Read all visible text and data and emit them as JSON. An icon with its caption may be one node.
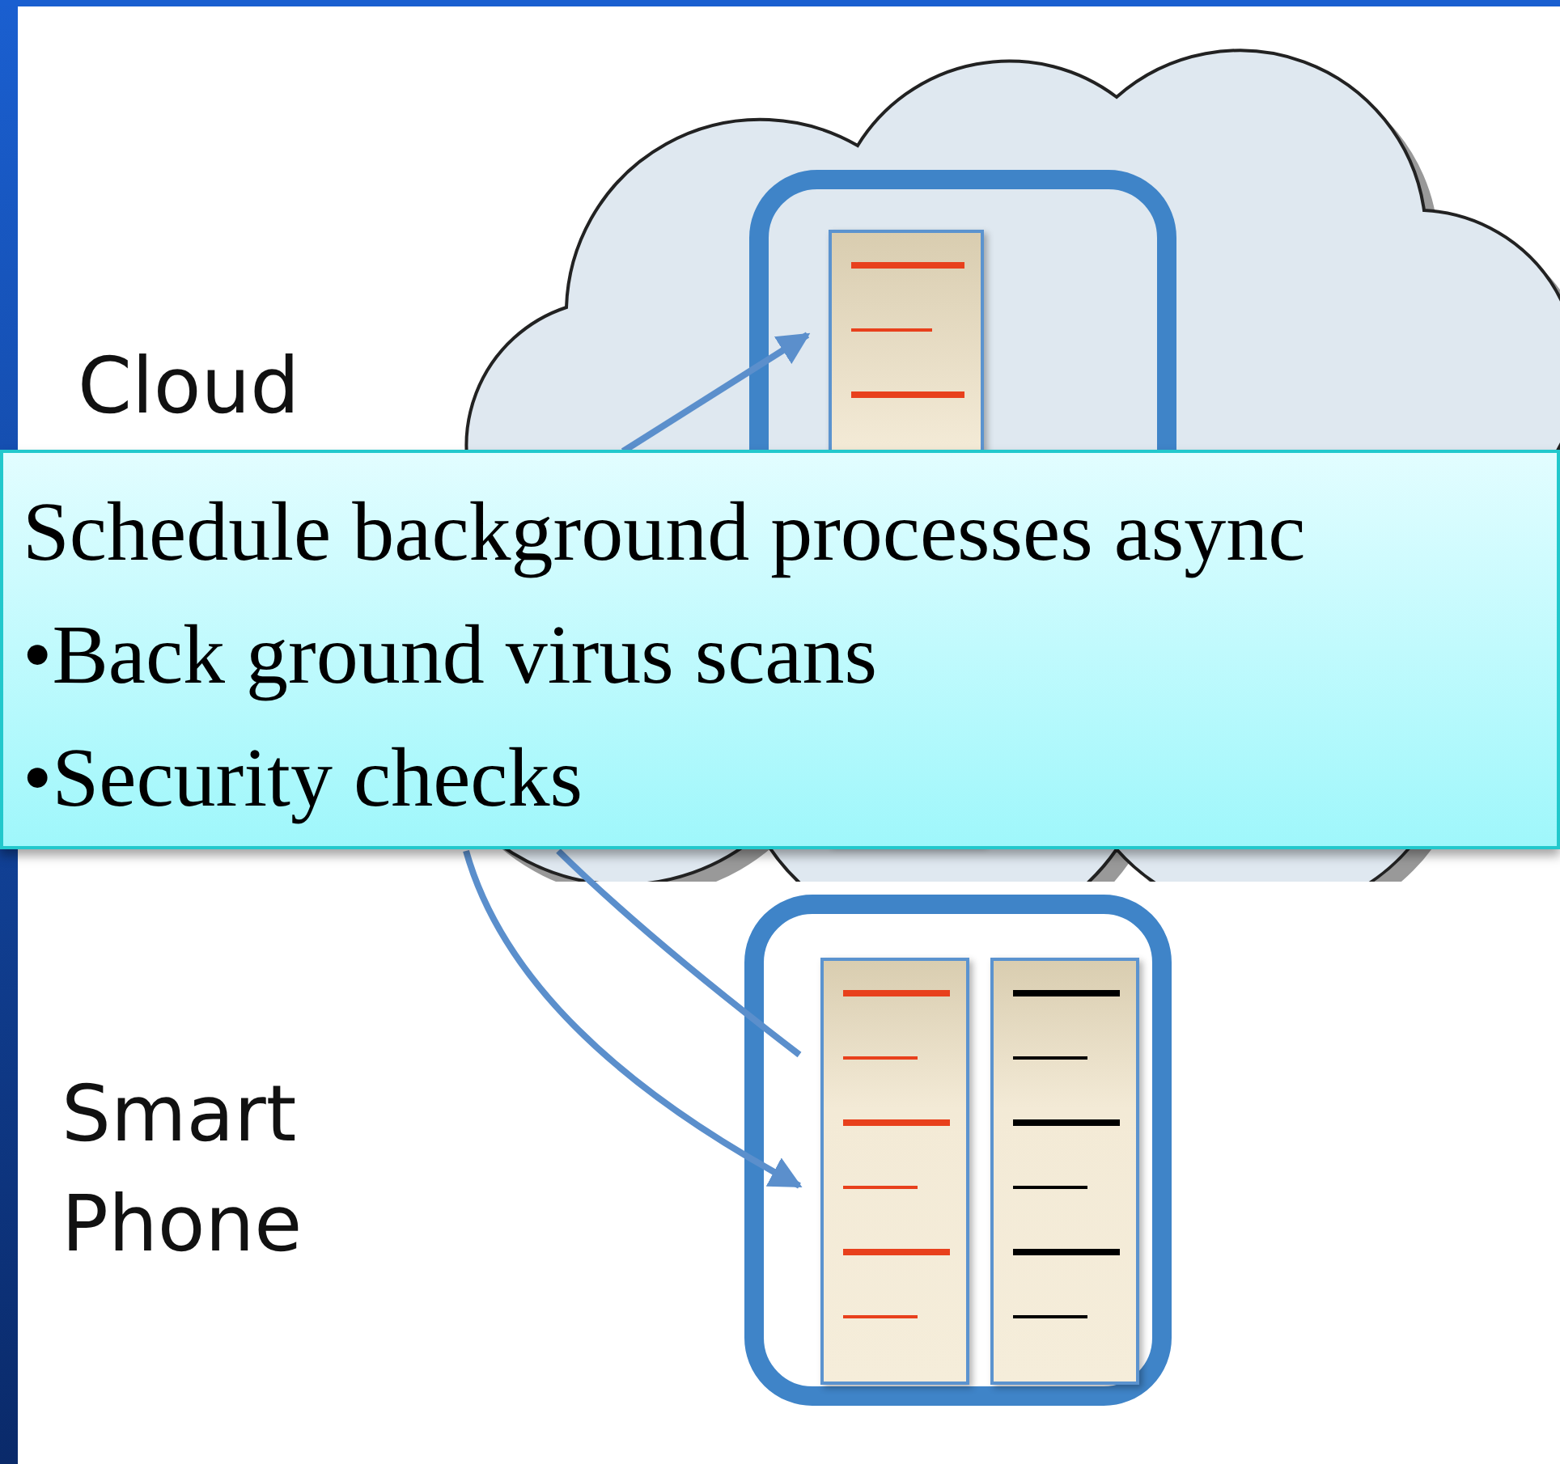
{
  "diagram": {
    "nodes": [
      {
        "text": [],
        "shape": "cloud"
      },
      {
        "text": [],
        "shape": "box",
        "in": 0
      },
      {
        "text": [],
        "shape": "box",
        "in": 1
      },
      {
        "text": [],
        "shape": "box"
      },
      {
        "text": [],
        "shape": "box",
        "in": 3
      },
      {
        "text": [],
        "shape": "box",
        "in": 3
      },
      {
        "text": [
          "Schedule background processes async",
          "•Back ground virus scans",
          "•Security checks"
        ]
      }
    ],
    "edges": [
      {
        "from": 6,
        "to": 2,
        "arrow": "to"
      },
      {
        "from": 6,
        "to": 4,
        "arrow": "none"
      },
      {
        "from": 6,
        "to": 4,
        "arrow": "to"
      }
    ],
    "labels": [
      "Cloud",
      "Smart Phone"
    ]
  }
}
